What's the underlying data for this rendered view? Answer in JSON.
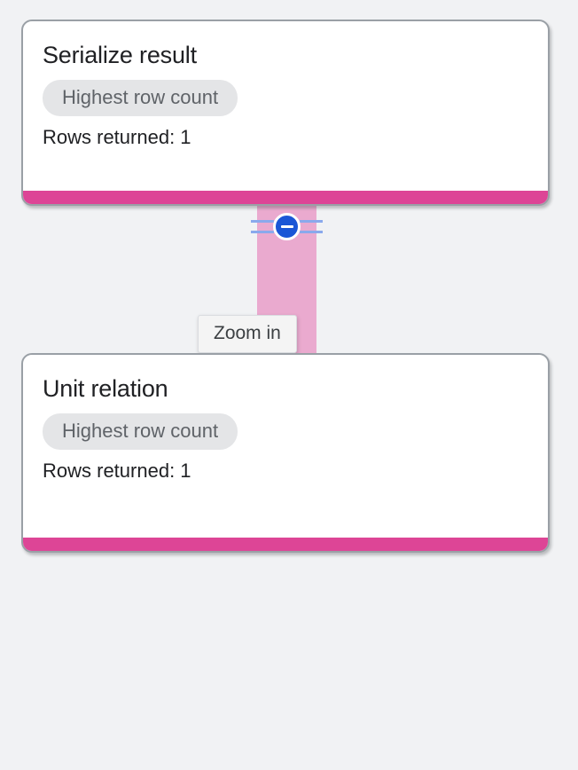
{
  "canvas": {
    "background_color": "#f1f2f4",
    "accent_color": "#dd4596",
    "connector_color": "#eaaacf",
    "knob_color": "#1a56d6",
    "rule_color": "#8aa9ec"
  },
  "nodes": [
    {
      "title": "Serialize result",
      "chip_label": "Highest row count",
      "rows_returned": "Rows returned: 1"
    },
    {
      "title": "Unit relation",
      "chip_label": "Highest row count",
      "rows_returned": "Rows returned: 1"
    }
  ],
  "zoom_control": {
    "state_icon": "minus-icon",
    "tooltip": "Zoom in"
  }
}
